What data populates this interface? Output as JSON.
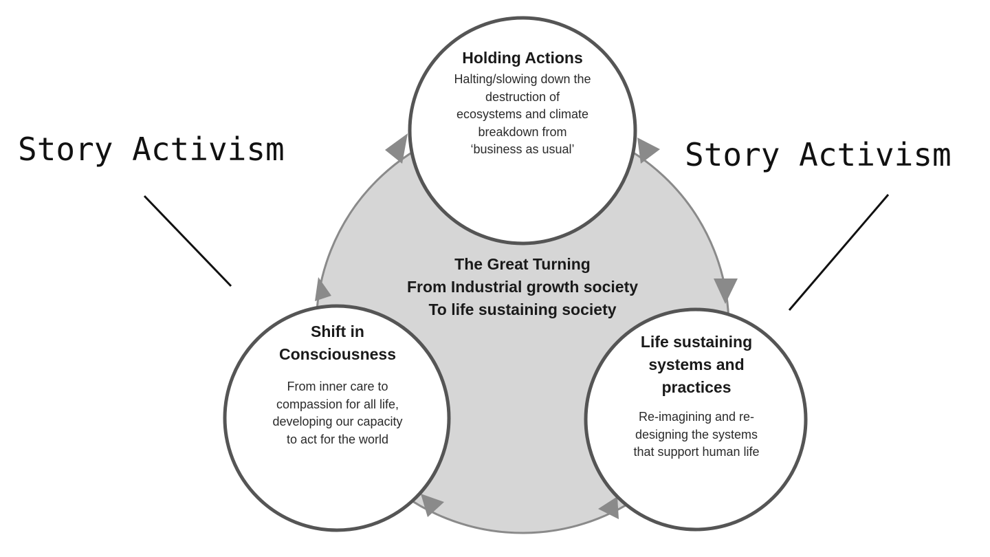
{
  "labels": {
    "left": "Story Activism",
    "right": "Story Activism"
  },
  "center": {
    "line1": "The Great Turning",
    "line2": "From Industrial growth society",
    "line3": "To life sustaining society"
  },
  "nodes": {
    "top": {
      "title": "Holding Actions",
      "description": "Halting/slowing down the\ndestruction of\necosystems and climate\nbreakdown from\n‘business as usual’"
    },
    "left": {
      "title": "Shift in\nConsciousness",
      "description": "From inner care to\ncompassion for all life,\ndeveloping our capacity\nto act for the world"
    },
    "right": {
      "title": "Life sustaining\nsystems and\npractices",
      "description": "Re-imagining and re-\ndesigning the systems\nthat support human life"
    }
  },
  "colors": {
    "background": "#ffffff",
    "center_fill": "#d6d6d6",
    "circle_fill": "#ffffff",
    "circle_stroke": "#555555",
    "arrow": "#8a8a8a",
    "pointer_line": "#111111"
  }
}
